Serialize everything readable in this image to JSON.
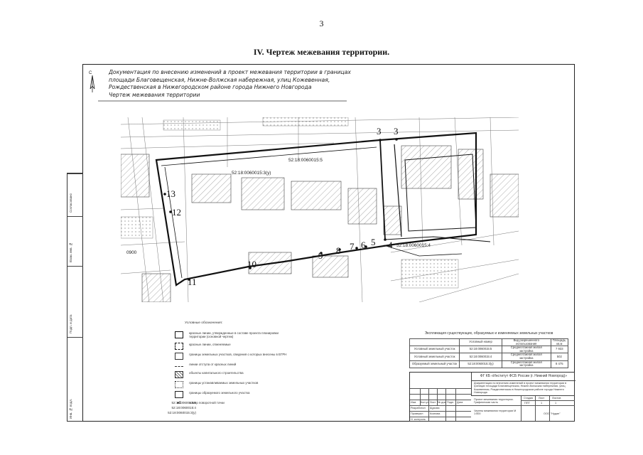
{
  "page": {
    "number": "3",
    "section_title": "IV.  Чертеж межевания территории."
  },
  "drawing": {
    "title_lines": [
      "Документация по внесению изменений в проект межевания территории в границах",
      "площади Благовещенская, Нижне-Волжская набережная, улиц Кожевенная,",
      "Рождественская в Нижегородском районе города Нижнего Новгорода",
      "Чертеж межевания территории"
    ],
    "north_label": "С",
    "parcel_labels": [
      "52:18:0060015:5",
      "52:18:0060015:3(у)",
      "52:18:0060015:4"
    ],
    "point_labels": [
      "3",
      "3",
      "4",
      "5",
      "6",
      "7",
      "8",
      "9",
      "10",
      "11",
      "12",
      "13"
    ],
    "scale_text": "0900"
  },
  "legend": {
    "title": "Условные обозначения:",
    "items": [
      "красные линии, утвержденные в составе проекта планировки территории (основной чертеж)",
      "красные линии, отменяемые",
      "границы земельных участков, сведения о которых внесены в ЕГРН",
      "линии отступа от красных линий",
      "объекты капитального строительства",
      "границы устанавливаемых земельных участков",
      "границы образуемого земельного участка"
    ],
    "point_symbol_label": "номер поворотной точки",
    "cad_codes": [
      "52:18:0060015:5",
      "52:18:0060015:4",
      "52:18:0060015:3(у)"
    ]
  },
  "explication": {
    "caption": "Экспликация существующих, образуемых и изменяемых земельных участков",
    "headers": [
      "",
      "Условный номер",
      "Вид разрешенного использования",
      "Площадь, кв.м"
    ],
    "rows": [
      [
        "Условный земельный участок",
        "52:18:0060015:5",
        "Среднеэтажная жилая застройка",
        "7 933"
      ],
      [
        "Условный земельный участок",
        "52:18:0060015:4",
        "Среднеэтажная жилая застройка",
        "502"
      ],
      [
        "Образуемый земельный участок",
        "52:18:0060015:3(у)",
        "Среднеэтажная жилая застройка",
        "8 475"
      ]
    ]
  },
  "stamp": {
    "organization": "ФГ КБ «Институт ФСБ России (г. Нижний Новгород)»",
    "description": "Документация по внесению изменений в проект межевания территории в границах площади Благовещенская, Нижне-Волжская набережная, улиц Кожевенная, Рождественская в Нижегородском районе города Нижнего Новгорода",
    "header_cells": [
      "Изм.",
      "Кол.уч",
      "Лист",
      "№ док",
      "Подп.",
      "Дата"
    ],
    "roles": [
      "Разработал",
      "Проверил"
    ],
    "names": [
      "Щукова",
      "Кознова"
    ],
    "sheet_title": "Проект межевания территории. Графическая часть",
    "sheet_drawing": "Чертеж межевания территории М 1:500",
    "stage_label": "Стадия",
    "sheet_label": "Лист",
    "sheets_label": "Листов",
    "stage": "ППТ",
    "sheet": "1",
    "sheets": "1",
    "company": "ООО \"Нудан\"",
    "footer": "Н. контроль"
  },
  "side_strip": [
    "Взам. инв. №",
    "Подп. и дата",
    "Инв. № подл.",
    "Согласовано"
  ]
}
